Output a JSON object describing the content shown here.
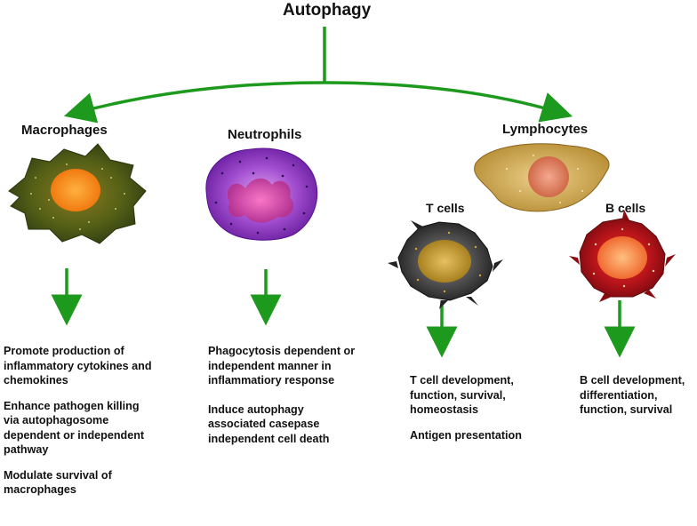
{
  "title": "Autophagy",
  "colors": {
    "arrow": "#1d9a1d",
    "macrophage_body": "#4a5a1c",
    "macrophage_nucleus": "#ff8a1a",
    "neutrophil_body": "#8a2fc0",
    "neutrophil_nucleus": "#d0409a",
    "lymphocyte_body": "#c9a24a",
    "lymphocyte_nucleus": "#d9785a",
    "tcell_body": "#2f2f2f",
    "tcell_nucleus": "#c9a233",
    "bcell_body": "#b8141a",
    "bcell_nucleus": "#ff8844"
  },
  "macrophages": {
    "label": "Macrophages",
    "roles": [
      "Promote production of inflammatory cytokines and chemokines",
      "Enhance pathogen killing via autophagosome dependent or independent pathway",
      "Modulate survival of macrophages"
    ]
  },
  "neutrophils": {
    "label": "Neutrophils",
    "roles": [
      "Phagocytosis dependent or independent manner in inflammatiory response",
      "Induce autophagy associated casepase independent cell death"
    ]
  },
  "lymphocytes": {
    "label": "Lymphocytes",
    "t_cells": {
      "label": "T cells",
      "roles": [
        "T cell development, function, survival, homeostasis",
        "Antigen presentation"
      ]
    },
    "b_cells": {
      "label": "B cells",
      "roles": [
        "B cell development, differentiation, function, survival"
      ]
    }
  }
}
